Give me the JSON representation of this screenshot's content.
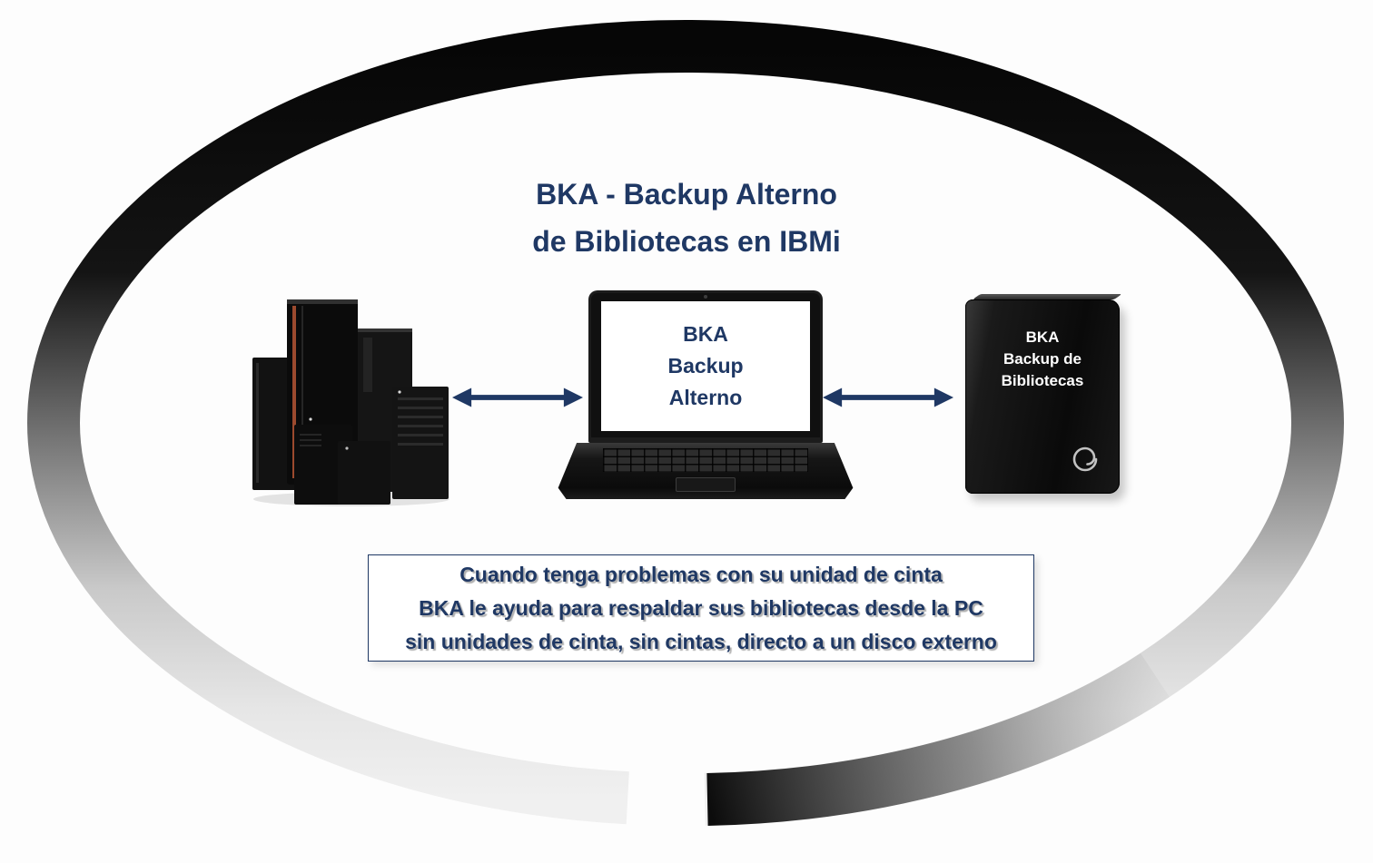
{
  "title": {
    "line1": "BKA - Backup Alterno",
    "line2": "de Bibliotecas en IBMi"
  },
  "laptop_screen": {
    "line1": "BKA",
    "line2": "Backup",
    "line3": "Alterno"
  },
  "drive_label": {
    "line1": "BKA",
    "line2": "Backup de",
    "line3": "Bibliotecas"
  },
  "info_box": {
    "line1": "Cuando tenga problemas con su unidad de cinta",
    "line2": "BKA le ayuda para respaldar sus bibliotecas desde la PC",
    "line3": "sin unidades de cinta, sin cintas, directo a un disco externo"
  },
  "icons": {
    "left_device": "ibm-server-towers",
    "center_device": "laptop",
    "right_device": "external-hard-drive",
    "drive_logo": "seagate-swirl-icon",
    "connector": "double-headed-arrow"
  },
  "colors": {
    "navy": "#1f3864",
    "arrow": "#1f3864",
    "box-border": "#1f3864",
    "ring-dark": "#0a0a0a",
    "ring-light": "#f0f0f0"
  }
}
